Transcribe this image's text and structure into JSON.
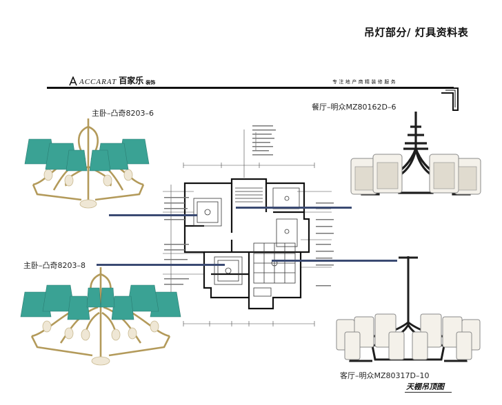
{
  "sheet": {
    "title": "吊灯部分/ 灯具资料表"
  },
  "header": {
    "brand_logo": "ACCARAT",
    "brand_cn": "百家乐",
    "brand_sub": "装饰",
    "slogan": "专注地产商精装修服务"
  },
  "fixtures": [
    {
      "label": "主卧–凸奇8203–6"
    },
    {
      "label": "餐厅–明众MZ80162D–6"
    },
    {
      "label": "主卧–凸奇8203–8"
    },
    {
      "label": "客厅–明众MZ80317D–10"
    }
  ],
  "footer": {
    "label": "天棚吊顶图"
  }
}
